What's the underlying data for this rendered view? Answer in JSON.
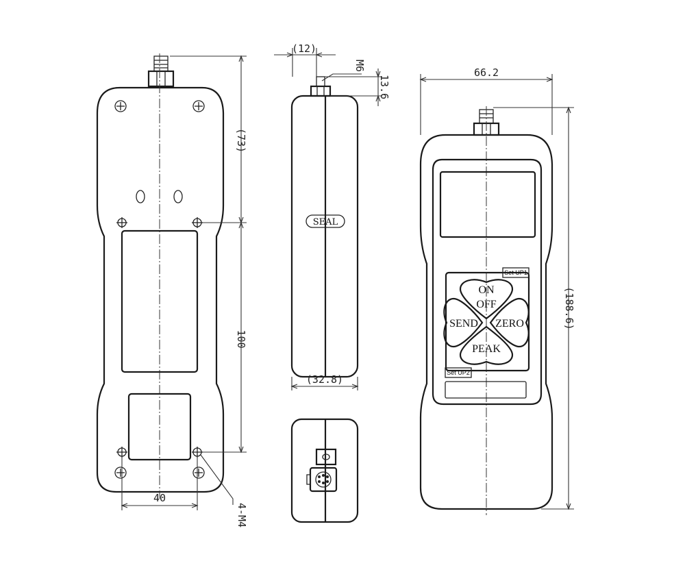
{
  "dimensions": {
    "total_height": "(188.6)",
    "width": "66.2",
    "side_depth": "(32.8)",
    "tip_width": "(12)",
    "thread": "M6",
    "thread_length": "13.6",
    "top_section": "(73)",
    "hole_spacing_vertical": "100",
    "hole_spacing_horizontal": "40",
    "mount_holes": "4-M4"
  },
  "side_view": {
    "seal_label": "SEAL"
  },
  "keypad": {
    "on": "ON",
    "off": "OFF",
    "send": "SEND",
    "zero": "ZERO",
    "peak": "PEAK",
    "set_up1": "Set UP1",
    "set_up2": "Set UP2"
  }
}
